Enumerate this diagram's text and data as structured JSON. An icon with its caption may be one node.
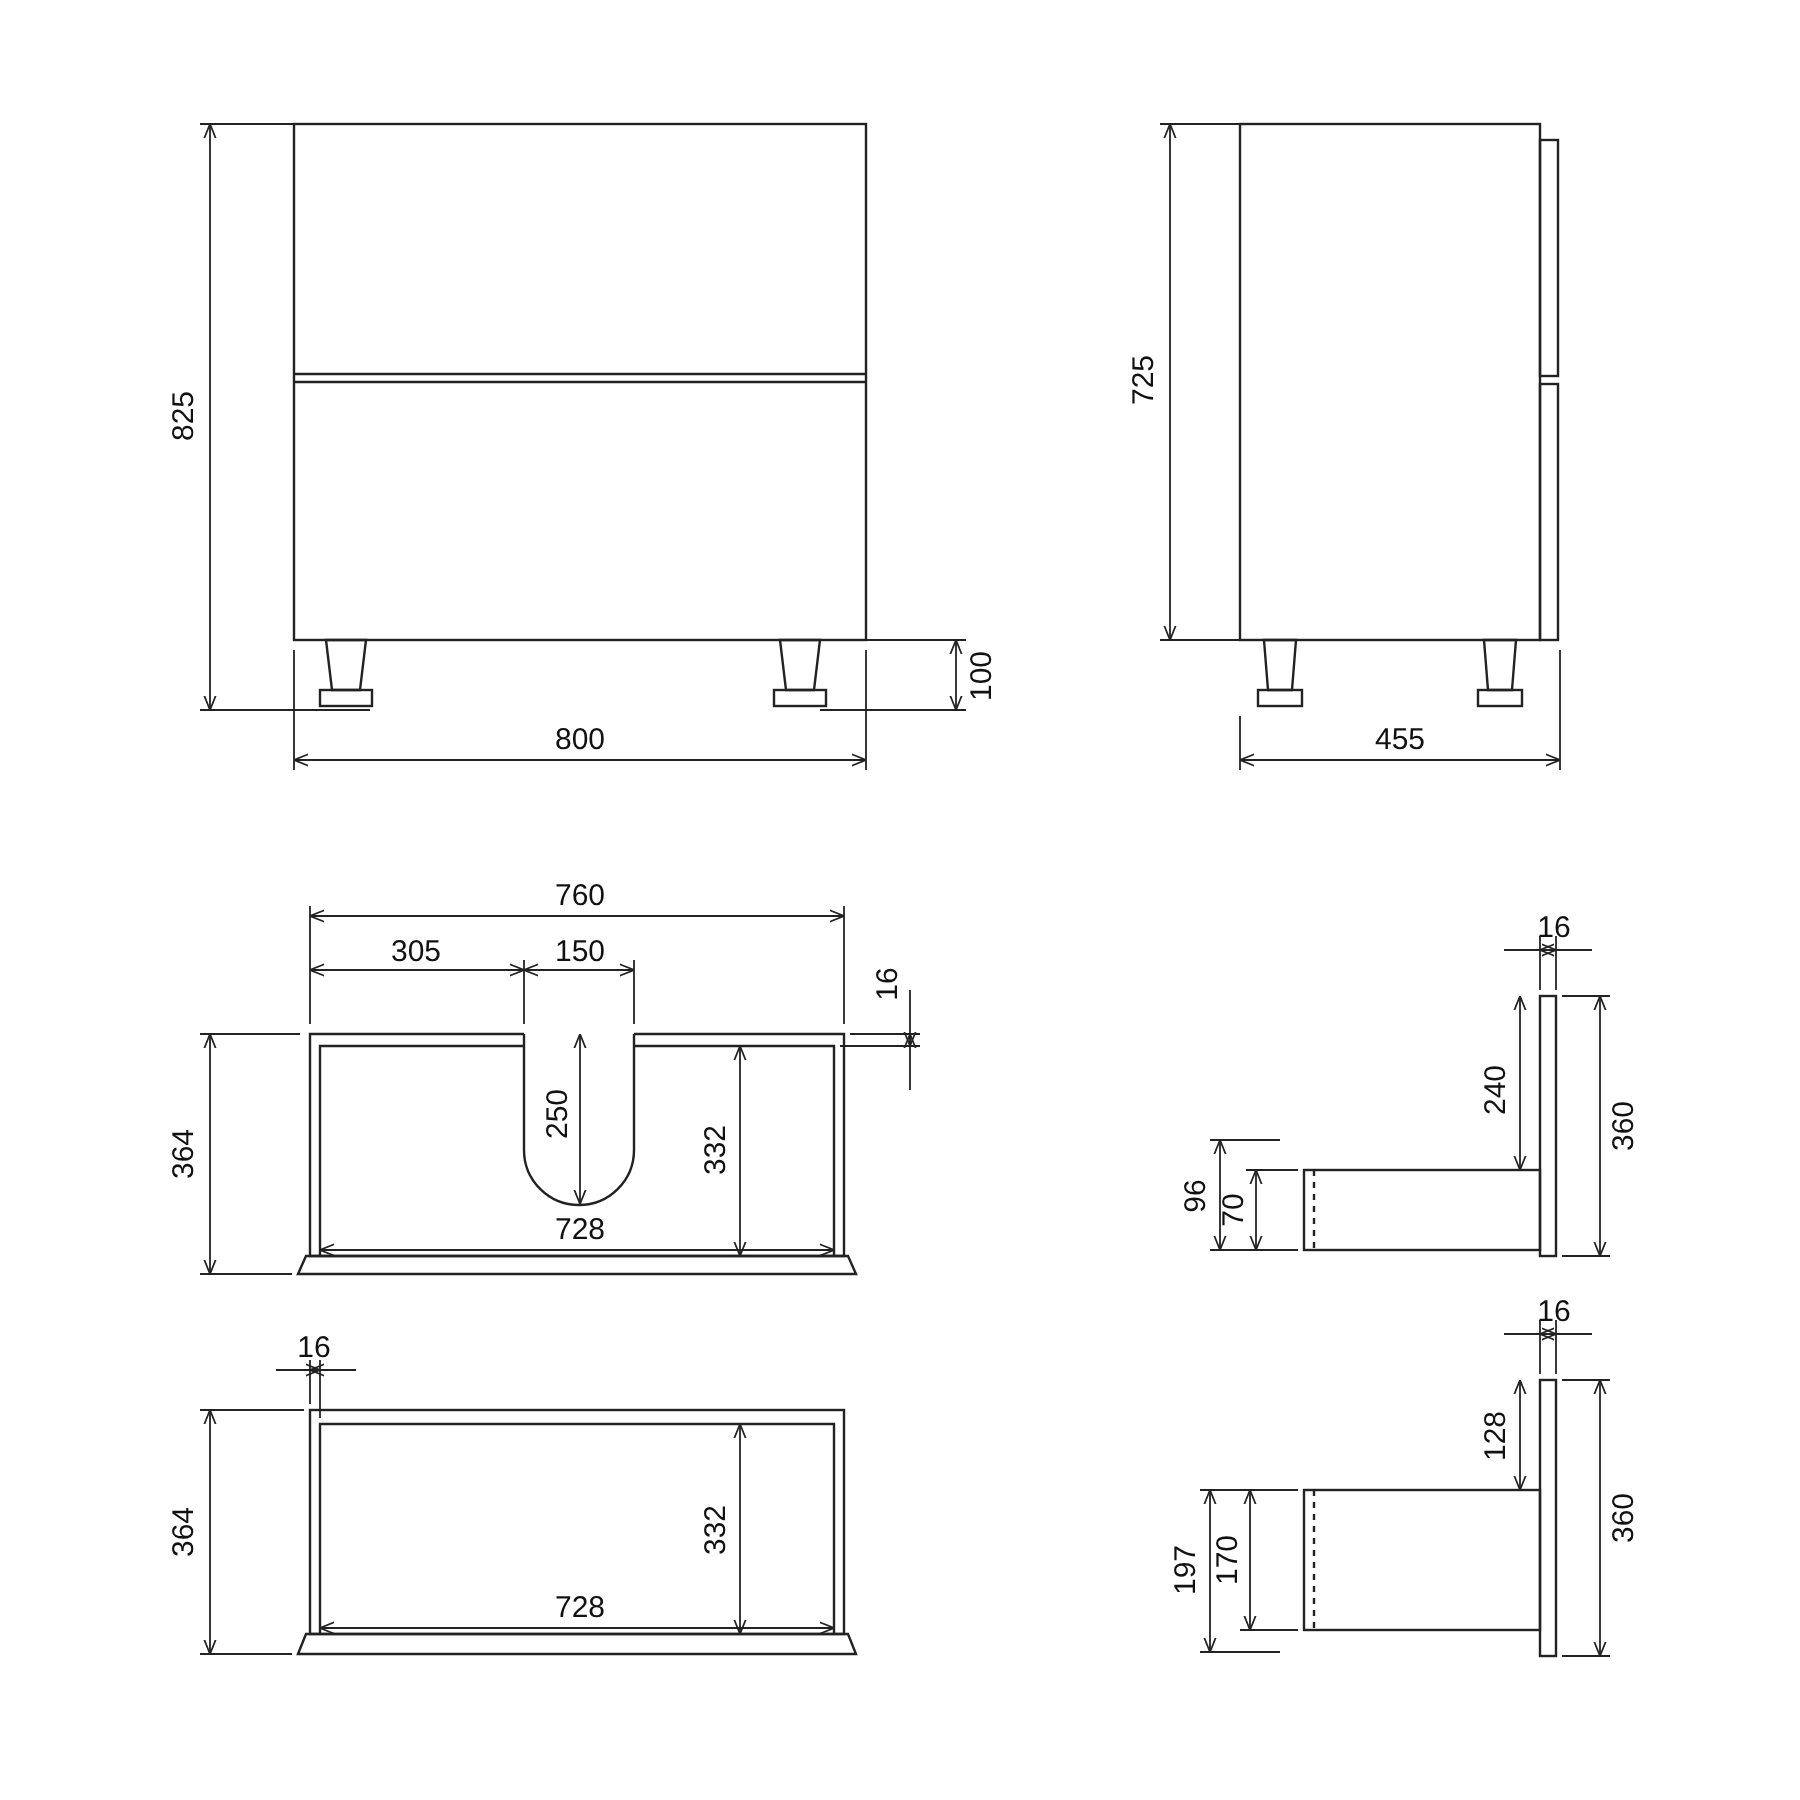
{
  "diagram": {
    "labels": [
      "825",
      "725",
      "100",
      "800",
      "455",
      "760",
      "16",
      "305",
      "150",
      "16",
      "240",
      "364",
      "250",
      "332",
      "360",
      "96",
      "70",
      "728",
      "16",
      "16",
      "128",
      "364",
      "332",
      "197",
      "170",
      "360",
      "728"
    ]
  }
}
